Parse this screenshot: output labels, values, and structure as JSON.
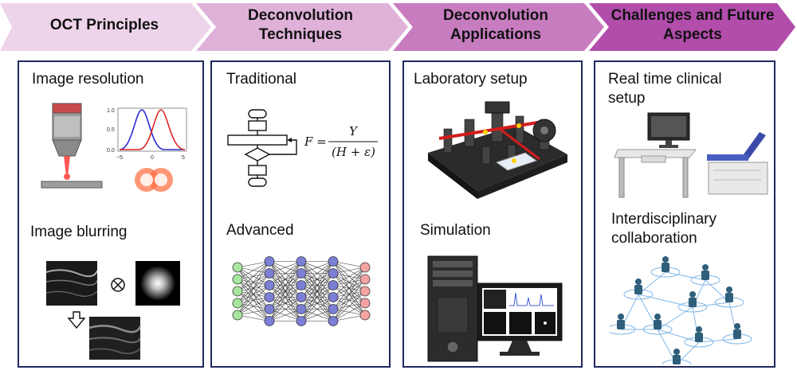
{
  "steps": [
    {
      "label": "OCT Principles"
    },
    {
      "label": "Deconvolution Techniques"
    },
    {
      "label": "Deconvolution Applications"
    },
    {
      "label": "Challenges and Future Aspects"
    }
  ],
  "panels": {
    "oct": {
      "top": "Image resolution",
      "bottom": "Image blurring"
    },
    "techniques": {
      "top": "Traditional",
      "bottom": "Advanced"
    },
    "applications": {
      "top": "Laboratory setup",
      "bottom": "Simulation"
    },
    "future": {
      "top": "Real time clinical setup",
      "bottom": "Interdisciplinary collaboration"
    }
  },
  "psf_plot": {
    "ytick_top": "1.0",
    "ytick_mid": "0.5",
    "ytick_bot": "0.0",
    "xtick_left": "−5",
    "xtick_mid": "0",
    "xtick_right": "5"
  },
  "equation": {
    "lhs": "F =",
    "numerator": "Y",
    "denominator": "(H + ε)"
  },
  "colors": {
    "step1": "#eed4ea",
    "step2": "#dfb1d9",
    "step3": "#c77cc0",
    "step4": "#b24dac",
    "panel_border": "#1f2a5c"
  }
}
